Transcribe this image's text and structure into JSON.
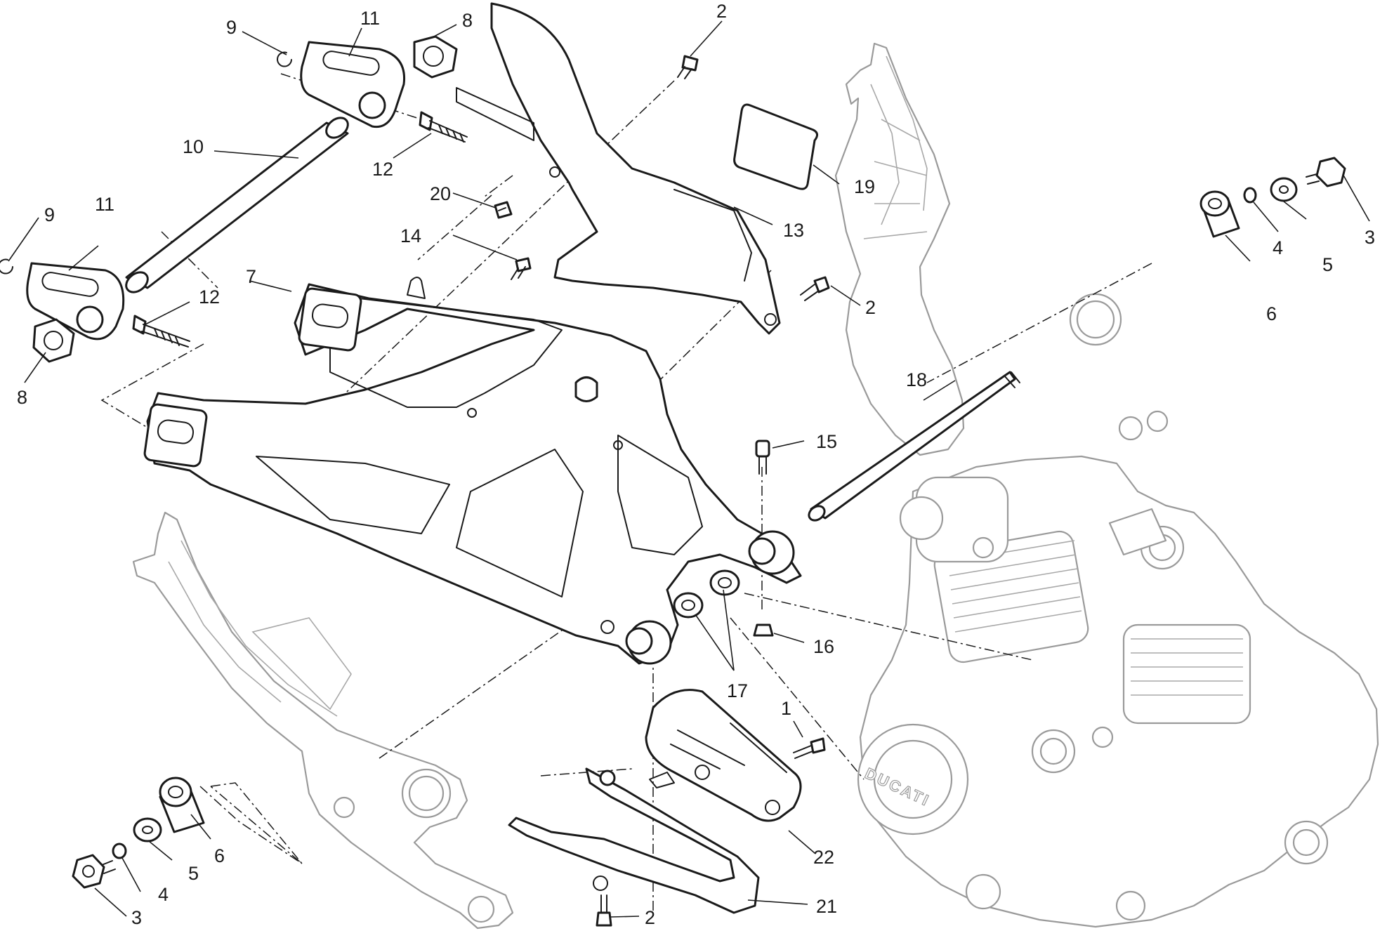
{
  "engine_logo": "DUCATI",
  "callouts": [
    {
      "id": "c1",
      "text": "1"
    },
    {
      "id": "c2a",
      "text": "2"
    },
    {
      "id": "c2b",
      "text": "2"
    },
    {
      "id": "c2c",
      "text": "2"
    },
    {
      "id": "c3a",
      "text": "3"
    },
    {
      "id": "c3b",
      "text": "3"
    },
    {
      "id": "c4a",
      "text": "4"
    },
    {
      "id": "c4b",
      "text": "4"
    },
    {
      "id": "c5a",
      "text": "5"
    },
    {
      "id": "c5b",
      "text": "5"
    },
    {
      "id": "c6a",
      "text": "6"
    },
    {
      "id": "c6b",
      "text": "6"
    },
    {
      "id": "c7",
      "text": "7"
    },
    {
      "id": "c8a",
      "text": "8"
    },
    {
      "id": "c8b",
      "text": "8"
    },
    {
      "id": "c9a",
      "text": "9"
    },
    {
      "id": "c9b",
      "text": "9"
    },
    {
      "id": "c10",
      "text": "10"
    },
    {
      "id": "c11a",
      "text": "11"
    },
    {
      "id": "c11b",
      "text": "11"
    },
    {
      "id": "c12a",
      "text": "12"
    },
    {
      "id": "c12b",
      "text": "12"
    },
    {
      "id": "c13",
      "text": "13"
    },
    {
      "id": "c14",
      "text": "14"
    },
    {
      "id": "c15",
      "text": "15"
    },
    {
      "id": "c16",
      "text": "16"
    },
    {
      "id": "c17",
      "text": "17"
    },
    {
      "id": "c18",
      "text": "18"
    },
    {
      "id": "c19",
      "text": "19"
    },
    {
      "id": "c20",
      "text": "20"
    },
    {
      "id": "c21",
      "text": "21"
    },
    {
      "id": "c22",
      "text": "22"
    }
  ]
}
